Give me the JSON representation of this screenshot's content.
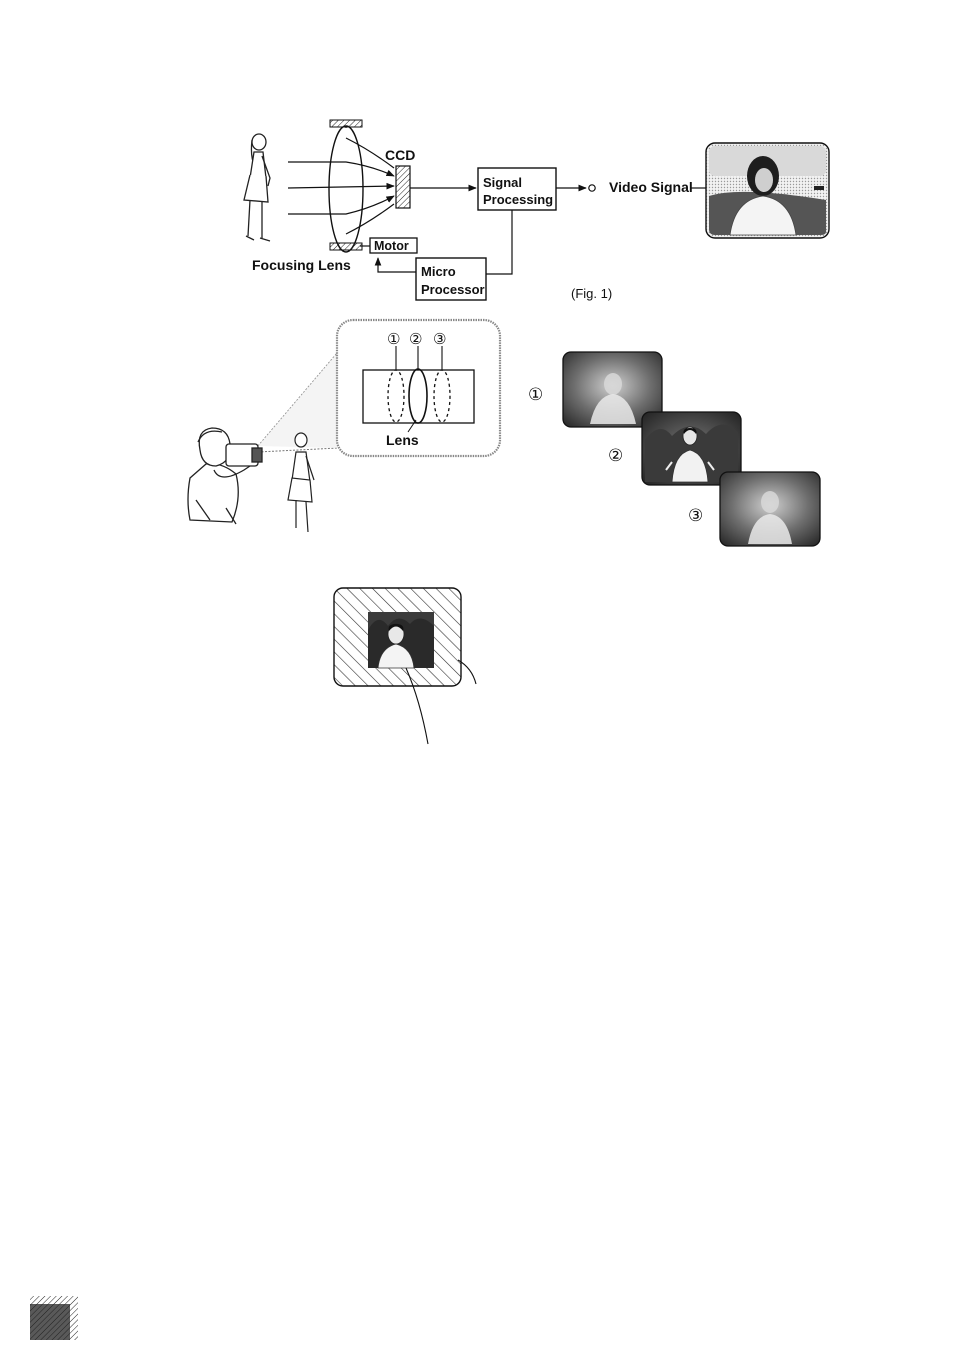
{
  "fig1": {
    "ccd_label": "CCD",
    "signal_processing_line1": "Signal",
    "signal_processing_line2": "Processing",
    "video_signal_label": "Video Signal",
    "motor_label": "Motor",
    "micro_processor_line1": "Micro",
    "micro_processor_line2": "Processor",
    "focusing_lens_label": "Focusing Lens",
    "caption": "(Fig. 1)"
  },
  "fig2": {
    "lens_label": "Lens",
    "positions": [
      "①",
      "②",
      "③"
    ],
    "frame_numbers": [
      "①",
      "②",
      "③"
    ]
  },
  "colors": {
    "ink": "#111111",
    "photo_dark": "#3a3a3a",
    "photo_light": "#e8e8e8"
  }
}
